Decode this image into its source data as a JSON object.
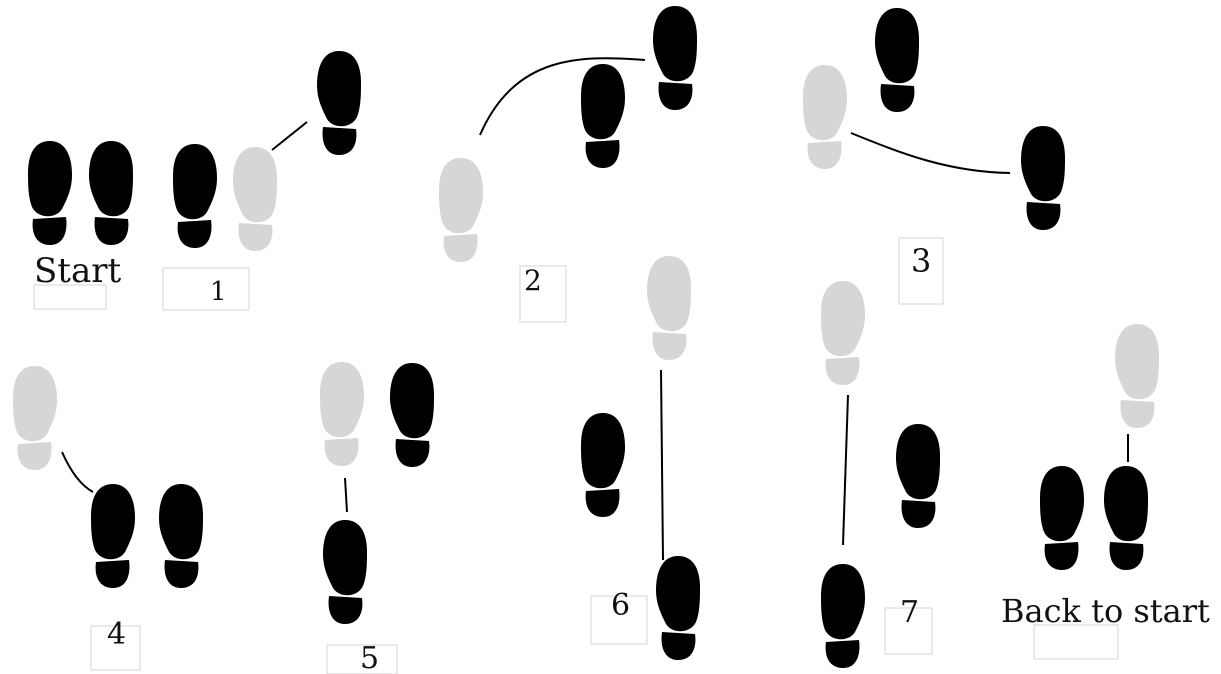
{
  "colors": {
    "active_foot": "#000000",
    "previous_foot": "#d6d6d6",
    "sole_divider": "#ffffff",
    "movement_line": "#000000"
  },
  "icons": {
    "active_foot": "shoe-print-icon",
    "previous_foot": "ghost-shoe-print-icon"
  },
  "steps": {
    "start": {
      "label": "Start"
    },
    "step1": {
      "label": "1"
    },
    "step2": {
      "label": "2"
    },
    "step3": {
      "label": "3"
    },
    "step4": {
      "label": "4"
    },
    "step5": {
      "label": "5"
    },
    "step6": {
      "label": "6"
    },
    "step7": {
      "label": "7"
    },
    "end": {
      "label": "Back to start"
    }
  }
}
